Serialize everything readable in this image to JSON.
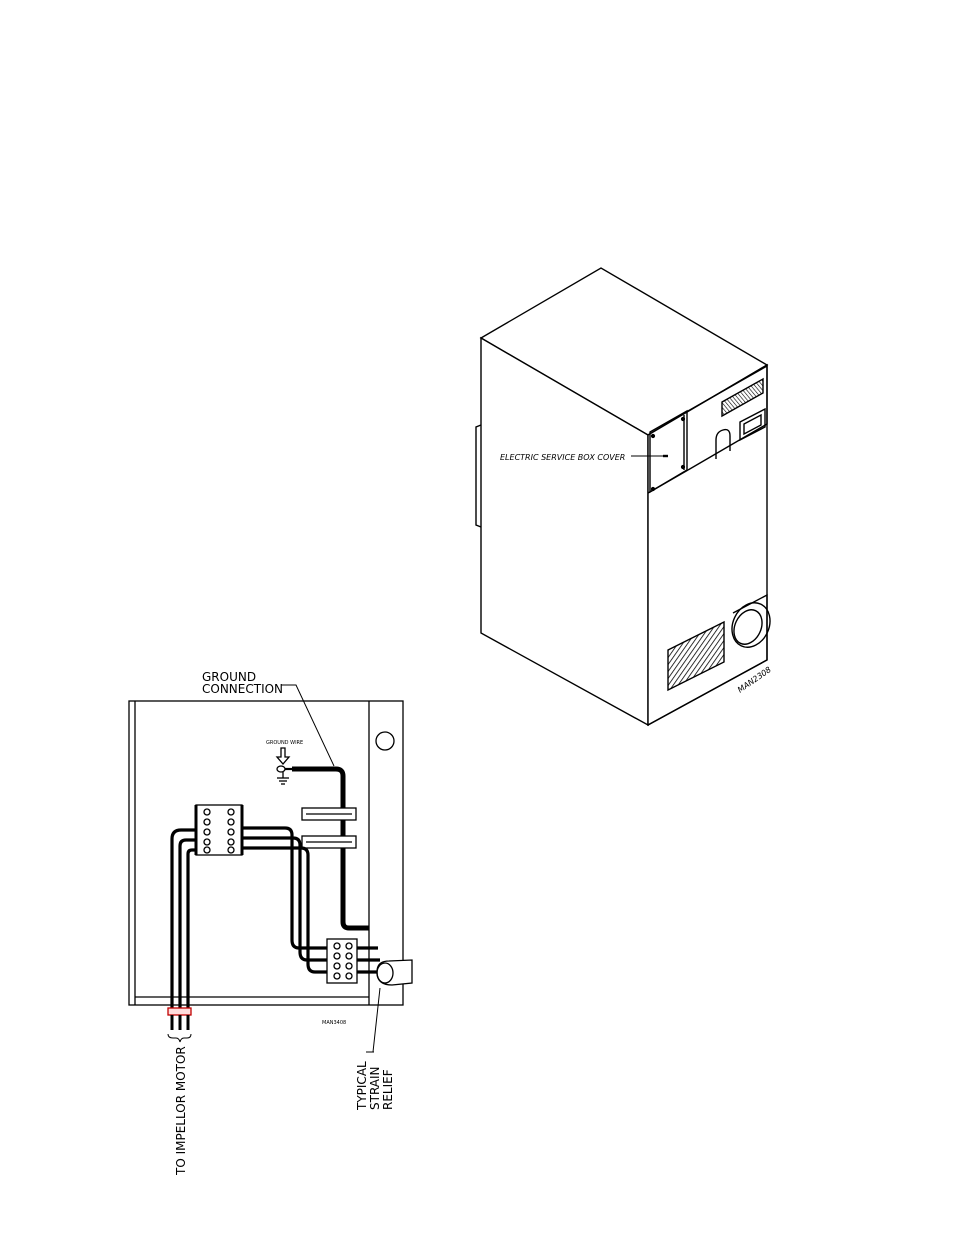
{
  "cabinet": {
    "service_box_label": "ELECTRIC SERVICE BOX COVER",
    "drawing_code": "MAN2308"
  },
  "wiring": {
    "ground_connection_line1": "GROUND",
    "ground_connection_line2": "CONNECTION",
    "ground_symbol_label": "GROUND WIRE",
    "drawing_code": "MAN3408",
    "to_motor_label": "TO IMPELLOR MOTOR",
    "strain_relief_line1": "TYPICAL",
    "strain_relief_line2": "STRAIN",
    "strain_relief_line3": "RELIEF"
  }
}
